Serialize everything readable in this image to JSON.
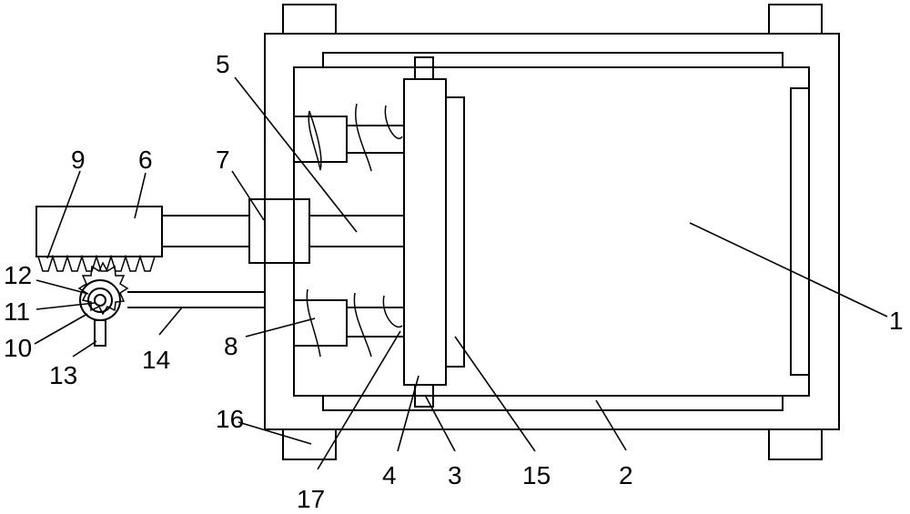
{
  "labels": {
    "l1": "1",
    "l2": "2",
    "l3": "3",
    "l4": "4",
    "l5": "5",
    "l6": "6",
    "l7": "7",
    "l8": "8",
    "l9": "9",
    "l10": "10",
    "l11": "11",
    "l12": "12",
    "l13": "13",
    "l14": "14",
    "l15": "15",
    "l16": "16",
    "l17": "17"
  }
}
